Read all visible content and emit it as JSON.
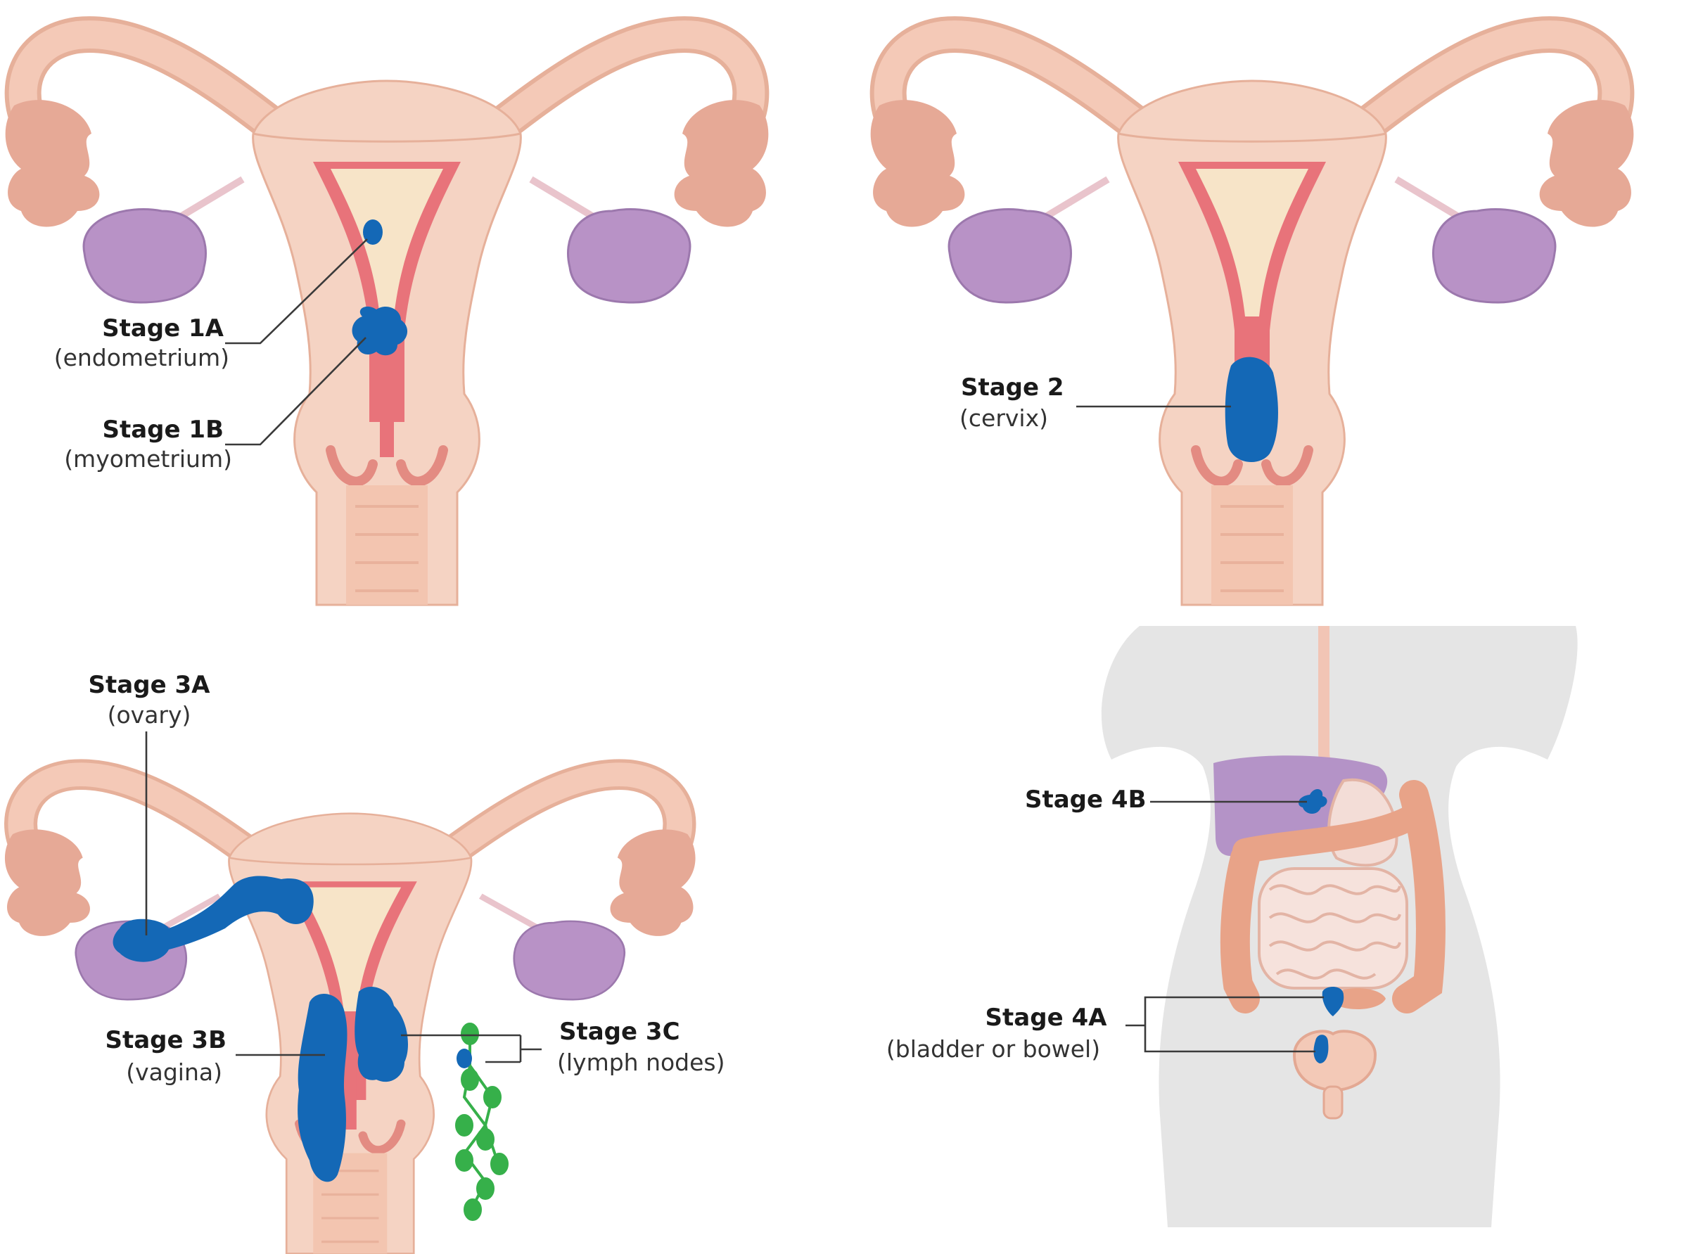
{
  "colors": {
    "body_outer": "#f5d3c3",
    "body_stroke": "#e6b09a",
    "tube": "#f4c9b7",
    "fimbria": "#e6a996",
    "ovary": "#b892c6",
    "ovary_stroke": "#9c78ad",
    "endometrium": "#e8737a",
    "cavity": "#f7e4c8",
    "tumour": "#1468b6",
    "tumour_dark": "#0b4f92",
    "silhouette": "#e5e5e5",
    "liver": "#b493c7",
    "bowel": "#e8a388",
    "small_bowel": "#f6e2dc",
    "lymph": "#36b04a",
    "leader": "#3a3a3a"
  },
  "labels": {
    "stage_1a": {
      "title": "Stage 1A",
      "sub": "(endometrium)"
    },
    "stage_1b": {
      "title": "Stage 1B",
      "sub": "(myometrium)"
    },
    "stage_2": {
      "title": "Stage 2",
      "sub": "(cervix)"
    },
    "stage_3a": {
      "title": "Stage 3A",
      "sub": "(ovary)"
    },
    "stage_3b": {
      "title": "Stage 3B",
      "sub": "(vagina)"
    },
    "stage_3c": {
      "title": "Stage 3C",
      "sub": "(lymph nodes)"
    },
    "stage_4b": {
      "title": "Stage 4B"
    },
    "stage_4a": {
      "title": "Stage 4A",
      "sub": "(bladder or bowel)"
    }
  }
}
